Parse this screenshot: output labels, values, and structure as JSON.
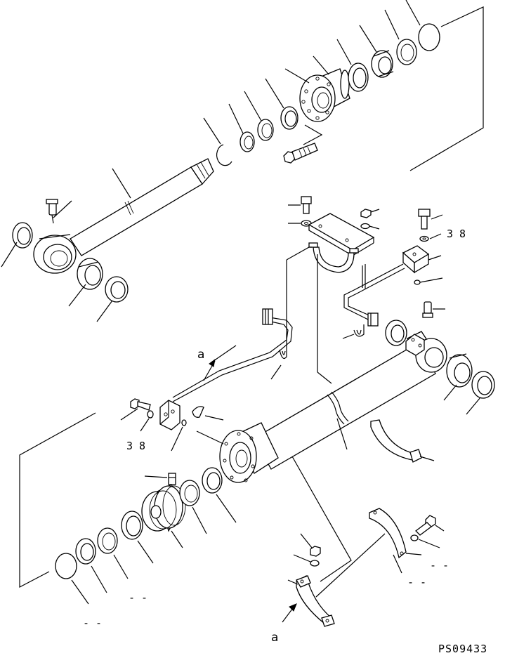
{
  "labels": {
    "ref_upper": "a",
    "ref_lower": "a",
    "qty_upper": "3 8",
    "qty_lower": "3 8",
    "dash_1": "- -",
    "dash_2": "- -",
    "dash_3": "- -",
    "dash_4": "- -",
    "drawing_code": "PS09433"
  }
}
